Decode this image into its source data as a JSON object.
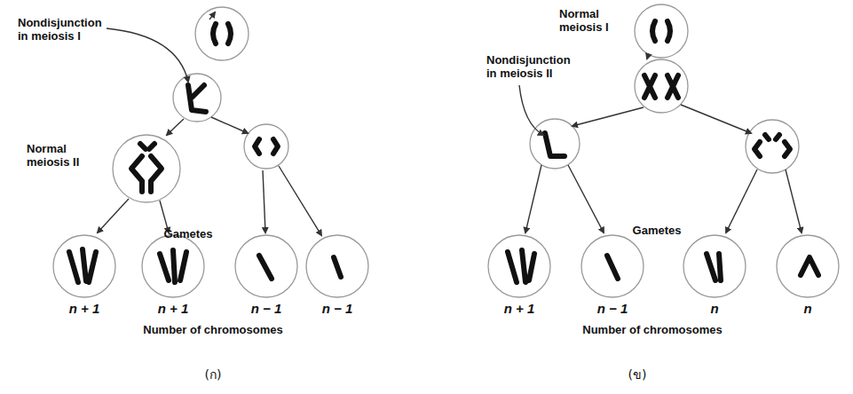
{
  "diagram": {
    "labels": [
      "Nondisjunction in meiosis I",
      "Normal meiosis II",
      "Gametes",
      "n + 1",
      "n + 1",
      "n − 1",
      "n − 1",
      "Number of chromosomes",
      "(ก)",
      "Normal meiosis I",
      "Nondisjunction in meiosis II",
      "Gametes",
      "n + 1",
      "n − 1",
      "n",
      "n",
      "Number of chromosomes",
      "(ข)"
    ]
  }
}
